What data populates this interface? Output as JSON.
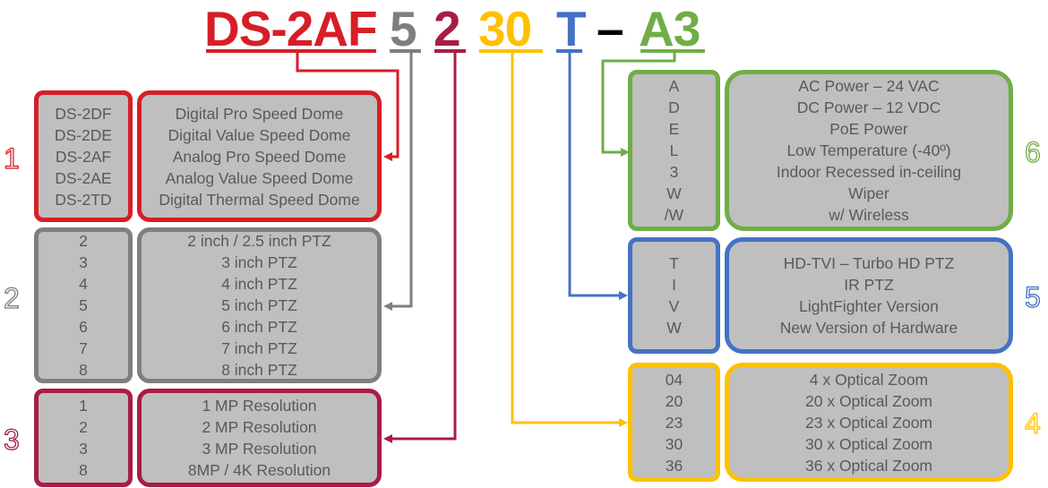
{
  "model": {
    "segments": [
      {
        "text": "DS-2AF",
        "color": "#d71e28"
      },
      {
        "text": "5",
        "color": "#7f7f7f"
      },
      {
        "text": "2",
        "color": "#a81d43"
      },
      {
        "text": "30",
        "color": "#ffc000"
      },
      {
        "text": "T",
        "color": "#4472c4"
      },
      {
        "text": "–",
        "color": "#000000"
      },
      {
        "text": "A3",
        "color": "#70ad47"
      }
    ]
  },
  "groups": {
    "g1": {
      "number": "1",
      "color": "#d71e28",
      "codes": [
        "DS-2DF",
        "DS-2DE",
        "DS-2AF",
        "DS-2AE",
        "DS-2TD"
      ],
      "descriptions": [
        "Digital Pro Speed Dome",
        "Digital Value Speed Dome",
        "Analog Pro Speed Dome",
        "Analog Value Speed Dome",
        "Digital Thermal Speed Dome"
      ]
    },
    "g2": {
      "number": "2",
      "color": "#7f7f7f",
      "codes": [
        "2",
        "3",
        "4",
        "5",
        "6",
        "7",
        "8"
      ],
      "descriptions": [
        "2 inch / 2.5 inch PTZ",
        "3 inch PTZ",
        "4 inch PTZ",
        "5 inch PTZ",
        "6 inch PTZ",
        "7 inch PTZ",
        "8 inch PTZ"
      ]
    },
    "g3": {
      "number": "3",
      "color": "#a81d43",
      "codes": [
        "1",
        "2",
        "3",
        "8"
      ],
      "descriptions": [
        "1 MP Resolution",
        "2 MP Resolution",
        "3 MP Resolution",
        "8MP / 4K Resolution"
      ]
    },
    "g4": {
      "number": "4",
      "color": "#ffc000",
      "codes": [
        "04",
        "20",
        "23",
        "30",
        "36"
      ],
      "descriptions": [
        "4 x Optical Zoom",
        "20 x Optical Zoom",
        "23 x Optical Zoom",
        "30 x Optical Zoom",
        "36 x Optical Zoom"
      ]
    },
    "g5": {
      "number": "5",
      "color": "#4472c4",
      "codes": [
        "T",
        "I",
        "V",
        "W"
      ],
      "descriptions": [
        "HD-TVI – Turbo HD PTZ",
        "IR PTZ",
        "LightFighter Version",
        "New Version of Hardware"
      ]
    },
    "g6": {
      "number": "6",
      "color": "#70ad47",
      "codes": [
        "A",
        "D",
        "E",
        "L",
        "3",
        "W",
        "/W"
      ],
      "descriptions": [
        "AC Power – 24 VAC",
        "DC Power – 12 VDC",
        "PoE Power",
        "Low Temperature (-40º)",
        "Indoor Recessed in-ceiling",
        "Wiper",
        "w/ Wireless"
      ]
    }
  }
}
